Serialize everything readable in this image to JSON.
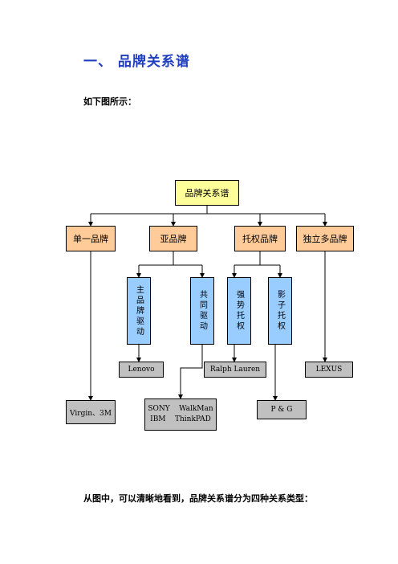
{
  "heading": "一、 品牌关系谱",
  "intro": "如下图所示：",
  "outro": "从图中，可以清晰地看到，品牌关系谱分为四种关系类型：",
  "diagram": {
    "root": "品牌关系谱",
    "categories": [
      "单一品牌",
      "亚品牌",
      "托权品牌",
      "独立多品牌"
    ],
    "subs": [
      "主品牌驱动",
      "共同驱动",
      "强势托权",
      "影子托权"
    ],
    "leaves": {
      "lenovo": "Lenovo",
      "ralph": "Ralph Lauren",
      "lexus": "LEXUS",
      "virgin": "Virgin、3M",
      "sony_line1": "SONY    WalkMan",
      "sony_line2": "IBM    ThinkPAD",
      "pg": "P & G"
    },
    "colors": {
      "root": "#ffff99",
      "category": "#ffcc99",
      "sub": "#99ccff",
      "leaf": "#c0c0c0",
      "heading": "#1f3fbf"
    }
  }
}
